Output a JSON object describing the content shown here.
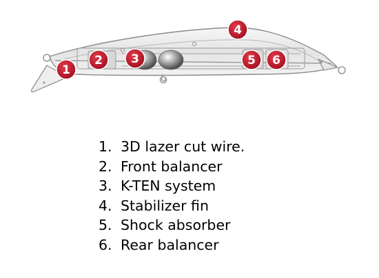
{
  "markers": [
    {
      "number": "1",
      "color": "#c8102e"
    },
    {
      "number": "2",
      "color": "#c8102e"
    },
    {
      "number": "3",
      "color": "#c8102e"
    },
    {
      "number": "4",
      "color": "#c8102e"
    },
    {
      "number": "5",
      "color": "#c8102e"
    },
    {
      "number": "6",
      "color": "#c8102e"
    }
  ],
  "legend": [
    {
      "number": "1.",
      "label": "3D lazer cut wire."
    },
    {
      "number": "2.",
      "label": "Front balancer"
    },
    {
      "number": "3.",
      "label": "K-TEN system"
    },
    {
      "number": "4.",
      "label": "Stabilizer fin"
    },
    {
      "number": "5.",
      "label": "Shock absorber"
    },
    {
      "number": "6.",
      "label": "Rear balancer"
    }
  ],
  "colors": {
    "marker": "#c8102e",
    "outline": "#8a8a8a",
    "text": "#000000"
  }
}
